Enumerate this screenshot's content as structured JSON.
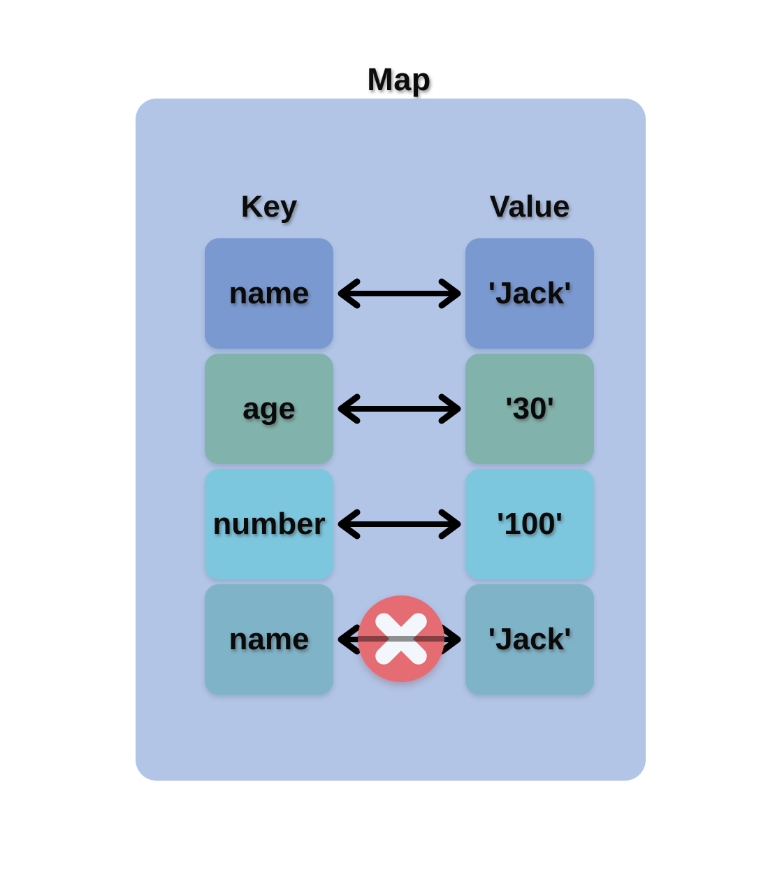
{
  "title": "Map",
  "columns": {
    "key": "Key",
    "value": "Value"
  },
  "rows": [
    {
      "key": "name",
      "value": "'Jack'",
      "color": "#7a99d0",
      "blocked": false
    },
    {
      "key": "age",
      "value": "'30'",
      "color": "#82b2ac",
      "blocked": false
    },
    {
      "key": "number",
      "value": "'100'",
      "color": "#7dc7de",
      "blocked": false
    },
    {
      "key": "name",
      "value": "'Jack'",
      "color": "#7fb3c7",
      "blocked": true
    }
  ],
  "colors": {
    "container": "#b2c5e6",
    "arrow": "#000000",
    "block_circle": "#e56c73",
    "block_x": "#f3f6fa"
  },
  "icons": {
    "arrow": "bidirectional-arrow-icon",
    "blocked": "cross-circle-icon"
  }
}
